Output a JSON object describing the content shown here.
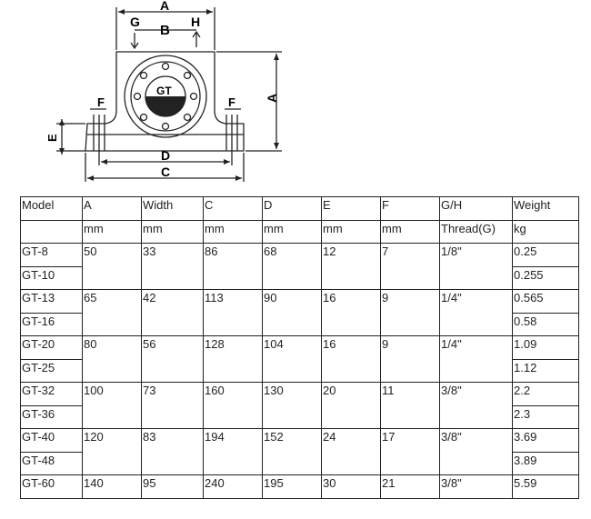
{
  "drawing": {
    "labels": {
      "A_top": "A",
      "B": "B",
      "G": "G",
      "H": "H",
      "A_right": "A",
      "F_left": "F",
      "F_right": "F",
      "E": "E",
      "D": "D",
      "C": "C",
      "logo": "GT"
    }
  },
  "table": {
    "headers": [
      "Model",
      "A",
      "Width",
      "C",
      "D",
      "E",
      "F",
      "G/H",
      "Weight"
    ],
    "units": [
      "",
      "mm",
      "mm",
      "mm",
      "mm",
      "mm",
      "mm",
      "Thread(G)",
      "kg"
    ],
    "groups": [
      {
        "models": [
          "GT-8",
          "GT-10"
        ],
        "A": "50",
        "Width": "33",
        "C": "86",
        "D": "68",
        "E": "12",
        "F": "7",
        "GH": "1/8\"",
        "weights": [
          "0.25",
          "0.255"
        ]
      },
      {
        "models": [
          "GT-13",
          "GT-16"
        ],
        "A": "65",
        "Width": "42",
        "C": "113",
        "D": "90",
        "E": "16",
        "F": "9",
        "GH": "1/4\"",
        "weights": [
          "0.565",
          "0.58"
        ]
      },
      {
        "models": [
          "GT-20",
          "GT-25"
        ],
        "A": "80",
        "Width": "56",
        "C": "128",
        "D": "104",
        "E": "16",
        "F": "9",
        "GH": "1/4\"",
        "weights": [
          "1.09",
          "1.12"
        ]
      },
      {
        "models": [
          "GT-32",
          "GT-36"
        ],
        "A": "100",
        "Width": "73",
        "C": "160",
        "D": "130",
        "E": "20",
        "F": "11",
        "GH": "3/8\"",
        "weights": [
          "2.2",
          "2.3"
        ]
      },
      {
        "models": [
          "GT-40",
          "GT-48"
        ],
        "A": "120",
        "Width": "83",
        "C": "194",
        "D": "152",
        "E": "24",
        "F": "17",
        "GH": "3/8\"",
        "weights": [
          "3.69",
          "3.89"
        ]
      },
      {
        "models": [
          "GT-60"
        ],
        "A": "140",
        "Width": "95",
        "C": "240",
        "D": "195",
        "E": "30",
        "F": "21",
        "GH": "3/8\"",
        "weights": [
          "5.59"
        ]
      }
    ]
  }
}
